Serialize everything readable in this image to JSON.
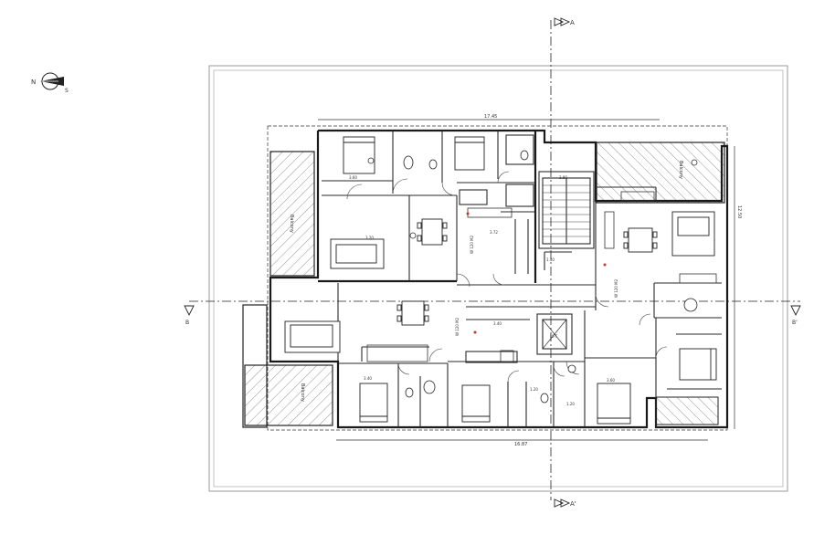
{
  "drawing": {
    "north_letters": {
      "n": "N",
      "s": "S"
    },
    "section_marks": {
      "a_top": "A",
      "a_bottom": "A'",
      "b_left": "B",
      "b_right": "B'"
    },
    "overall_dims": {
      "top": "17.45",
      "bottom": "16.87",
      "right": "12.50"
    },
    "balcony_labels": [
      "Balcony",
      "Balcony",
      "Balcony"
    ],
    "lift_label": "LIFT",
    "room_dims": [
      "3.60",
      "3.20",
      "2.80",
      "1.40",
      "3.72",
      "3.40",
      "3.40",
      "3.60",
      "1.20",
      "1.20"
    ],
    "area_labels": [
      "W 120 M2",
      "W 120 M2",
      "W 120 M2"
    ],
    "colors": {
      "line": "#2a2a2a",
      "wall": "#1a1a1a",
      "hatch": "#555555",
      "frame": "#999999"
    }
  }
}
